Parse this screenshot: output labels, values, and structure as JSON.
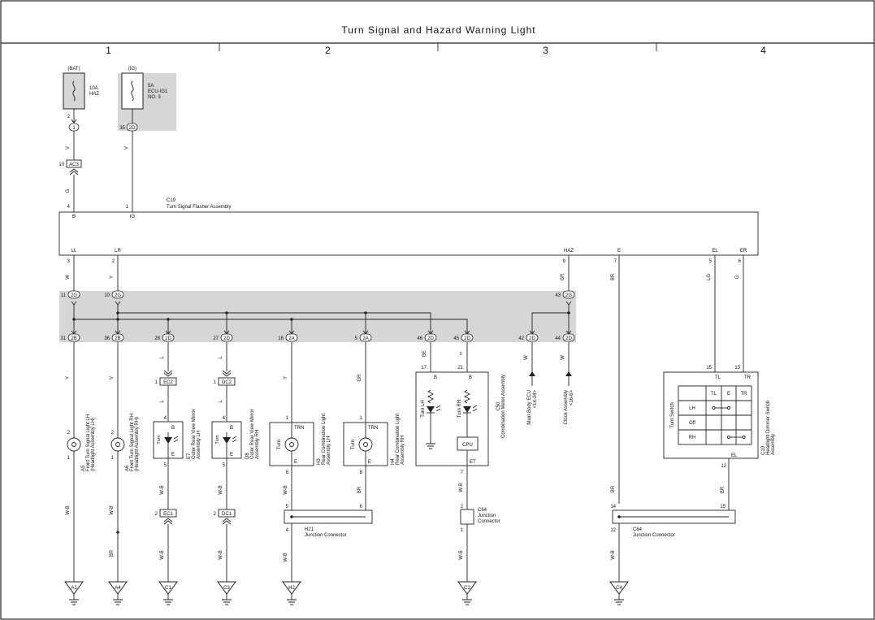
{
  "title": "Turn Signal and Hazard Warning Light",
  "columns": [
    "1",
    "2",
    "3",
    "4"
  ],
  "fuses": [
    {
      "source": "(BAT)",
      "rating": "10A",
      "name": "HAZ",
      "pin": "2",
      "conn": "1"
    },
    {
      "source": "(IG)",
      "rating": "5A",
      "name": "ECU-IG1",
      "name2": "NO. 3",
      "pin": "35",
      "conn": "2D"
    }
  ],
  "upper_wires": {
    "bat": "V",
    "ig": "V",
    "g": "G"
  },
  "connector_ac3": {
    "pin": "10",
    "label": "AC3"
  },
  "flasher": {
    "id": "C19",
    "name": "Turn Signal Flasher Assembly",
    "top_pins": [
      {
        "pin": "4",
        "label": "B"
      },
      {
        "pin": "1",
        "label": "IG"
      }
    ],
    "bottom_pins": [
      {
        "label": "LL",
        "pin": "3",
        "wire": "W"
      },
      {
        "label": "LR",
        "pin": "2",
        "wire": "Y"
      },
      {
        "label": "HAZ",
        "pin": "9",
        "wire": "GR"
      },
      {
        "label": "E",
        "pin": "7",
        "wire": "BR"
      },
      {
        "label": "EL",
        "pin": "5",
        "wire": "LG"
      },
      {
        "label": "ER",
        "pin": "6",
        "wire": "G"
      }
    ]
  },
  "jb_top": [
    {
      "pin": "11",
      "conn": "2G"
    },
    {
      "pin": "10",
      "conn": "2G"
    },
    {
      "pin": "43",
      "conn": "2G"
    }
  ],
  "jb_bottom": [
    {
      "pin": "31",
      "conn": "2B",
      "wire": "Y"
    },
    {
      "pin": "36",
      "conn": "2B",
      "wire": "V"
    },
    {
      "pin": "28",
      "conn": "2D",
      "wire": "L"
    },
    {
      "pin": "27",
      "conn": "2D",
      "wire": "L"
    },
    {
      "pin": "16",
      "conn": "2A",
      "wire": "Y"
    },
    {
      "pin": "5",
      "conn": "2A",
      "wire": "GR"
    },
    {
      "pin": "46",
      "conn": "2D",
      "wire": "BE"
    },
    {
      "pin": "45",
      "conn": "2D",
      "wire": "∞"
    },
    {
      "pin": "42",
      "conn": "2D",
      "wire": "W"
    },
    {
      "pin": "44",
      "conn": "2D",
      "wire": "W"
    }
  ],
  "bulbs": [
    {
      "id": "A5",
      "name": "Front Turn Signal Light LH",
      "sub": "(Headlight Assembly LH)",
      "pin_top": "2",
      "pin_bot": "1"
    },
    {
      "id": "A6",
      "name": "Front Turn Signal Light RH",
      "sub": "(Headlight Assembly RH)",
      "pin_top": "2",
      "pin_bot": "1"
    }
  ],
  "mirrors": [
    {
      "id": "E7",
      "name": "Outer Rear View Mirror",
      "sub": "Assembly LH",
      "conn_top": {
        "pin": "1",
        "label": "EC2"
      },
      "conn_bot": {
        "pin": "2",
        "label": "EC1"
      },
      "pin_top": "4",
      "pin_bot": "5",
      "lbl_top": "B",
      "lbl_bot": "E",
      "lbl_side": "Turn"
    },
    {
      "id": "D8",
      "name": "Outer Rear View Mirror",
      "sub": "Assembly RH",
      "conn_top": {
        "pin": "1",
        "label": "DC2"
      },
      "conn_bot": {
        "pin": "2",
        "label": "DC1"
      },
      "pin_top": "4",
      "pin_bot": "5",
      "lbl_top": "B",
      "lbl_bot": "E",
      "lbl_side": "Turn"
    }
  ],
  "rear_lights": [
    {
      "id": "H3",
      "name": "Rear Combination Light",
      "sub": "Assembly LH",
      "pin_top": "1",
      "pin_bot": "8",
      "lbl_top": "TRN",
      "lbl_bot": "E",
      "lbl_side": "Turn"
    },
    {
      "id": "H4",
      "name": "Rear Combination Light",
      "sub": "Assembly RH",
      "pin_top": "1",
      "pin_bot": "8",
      "lbl_top": "TRN",
      "lbl_bot": "E",
      "lbl_side": "Turn"
    }
  ],
  "meter": {
    "id": "C50",
    "name": "Combination Meter Assembly",
    "pin_l": "17",
    "pin_r": "21",
    "lbl_l": "B",
    "lbl_r": "B",
    "led_l": "Turn LH",
    "led_r": "Turn RH",
    "cpu": "CPU",
    "pin_bot": "7",
    "lbl_bot": "ET"
  },
  "ecus": [
    {
      "name": "Main Body ECU",
      "ref": "<14-24>"
    },
    {
      "name": "Clock Assembly",
      "ref": "<16-6>"
    }
  ],
  "switch": {
    "id": "C10",
    "name": "Headlight Dimmer Switch",
    "sub": "Assembly",
    "side": "Turn Switch",
    "pin_tl": "15",
    "pin_tr": "13",
    "lbl_tl": "TL",
    "lbl_tr": "TR",
    "cols": [
      "TL",
      "E",
      "TR"
    ],
    "rows": [
      "LH",
      "Off",
      "RH"
    ],
    "pin_el": "12",
    "lbl_el": "EL"
  },
  "lower_wires": {
    "wb": "W-B",
    "br": "BR",
    "h21_br": "BR",
    "c64_br": "BR",
    "el_br": "BR"
  },
  "junctions": [
    {
      "id": "H21",
      "name": "Junction Connector",
      "pins": [
        "5",
        "6",
        "4"
      ]
    },
    {
      "id": "C64",
      "name": "Junction",
      "name2": "Connector",
      "pins": [
        "2",
        "1"
      ]
    },
    {
      "id": "C64",
      "name": "Junction Connector",
      "pins": [
        "14",
        "15",
        "12"
      ]
    }
  ],
  "grounds": [
    "A1",
    "A4",
    "C1",
    "C3",
    "H2",
    "C2",
    "C4"
  ]
}
